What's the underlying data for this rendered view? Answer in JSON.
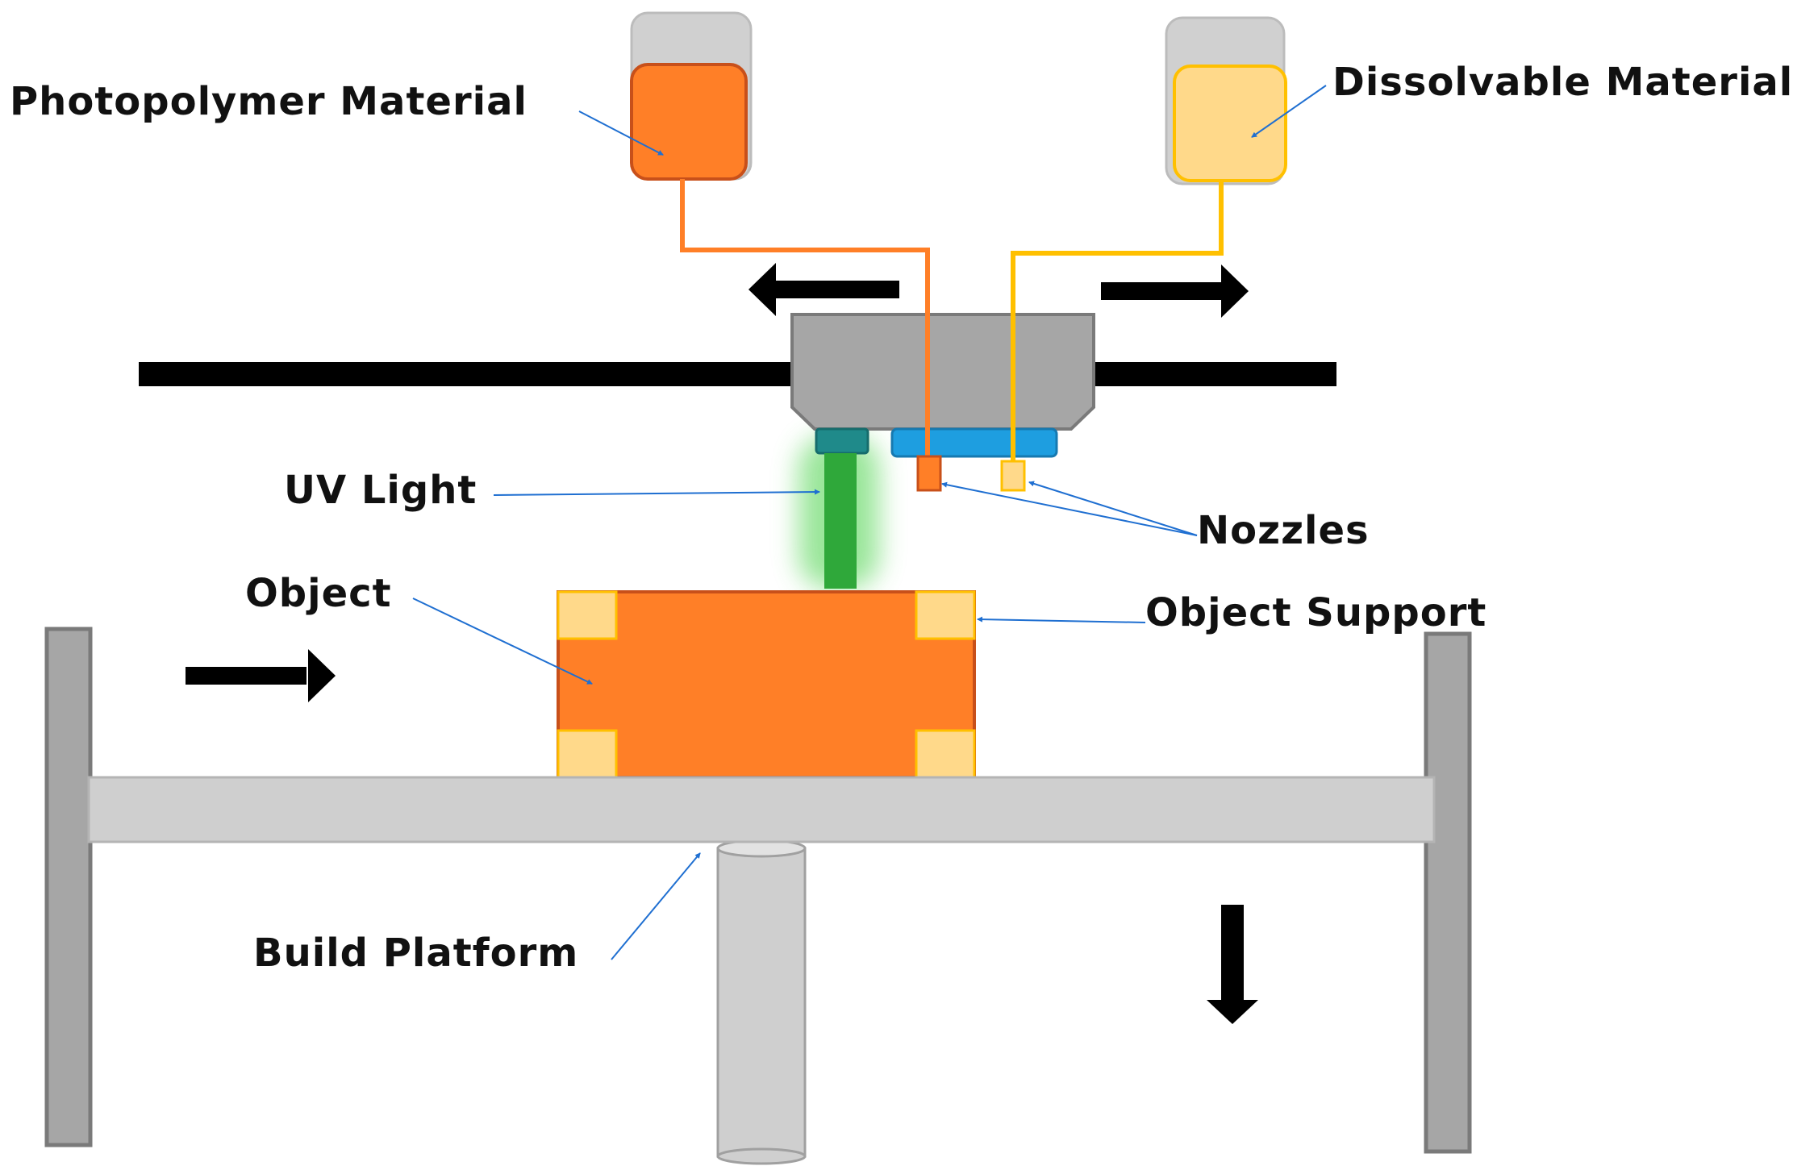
{
  "labels": {
    "photopolymer": "Photopolymer Material",
    "dissolvable": "Dissolvable Material",
    "uv_light": "UV Light",
    "nozzles": "Nozzles",
    "object": "Object",
    "object_support": "Object Support",
    "build_platform": "Build Platform"
  },
  "colors": {
    "photopolymer": "#ff7f27",
    "photopolymer_border": "#c8501a",
    "dissolvable": "#ffd98a",
    "dissolvable_border": "#ffc000",
    "container_gray": "#d0d0d0",
    "head_gray": "#a6a6a6",
    "head_border": "#7a7a7a",
    "rail": "#000000",
    "uv_green": "#2fa83a",
    "uv_glow": "#8ee38e",
    "uv_cap": "#1f8a8a",
    "jet_blue": "#1e9ee0",
    "platform": "#cfcfcf",
    "frame": "#a6a6a6",
    "leader": "#1f6fd1",
    "arrow": "#000000"
  },
  "icons": [
    "left-arrow-icon",
    "right-arrow-icon",
    "down-arrow-icon"
  ]
}
